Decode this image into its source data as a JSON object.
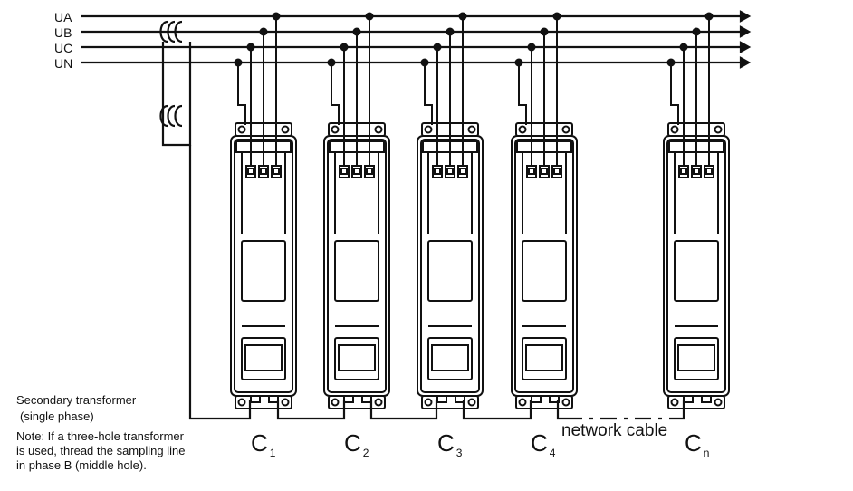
{
  "bus_lines": [
    {
      "id": "ua",
      "label": "UA"
    },
    {
      "id": "ub",
      "label": "UB"
    },
    {
      "id": "uc",
      "label": "UC"
    },
    {
      "id": "un",
      "label": "UN"
    }
  ],
  "devices": [
    {
      "main": "C",
      "sub": "1"
    },
    {
      "main": "C",
      "sub": "2"
    },
    {
      "main": "C",
      "sub": "3"
    },
    {
      "main": "C",
      "sub": "4"
    },
    {
      "main": "C",
      "sub": "n"
    }
  ],
  "network_cable_label": "network cable",
  "transformer_label": {
    "line1": "Secondary transformer",
    "line2": "(single phase)"
  },
  "note": {
    "line1": "Note: If a three-hole transformer",
    "line2": "is used, thread the sampling line",
    "line3": "in phase B (middle hole)."
  },
  "colors": {
    "ink": "#111111",
    "background": "#ffffff"
  }
}
